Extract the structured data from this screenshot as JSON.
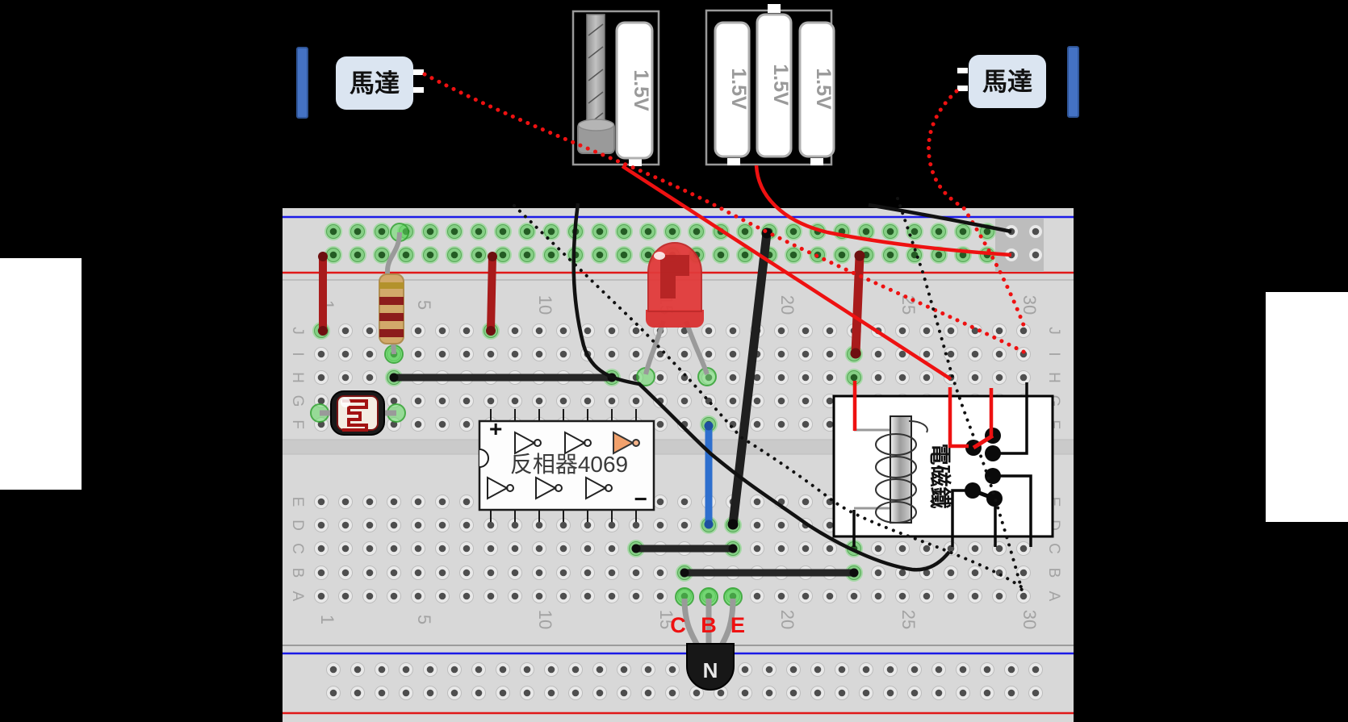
{
  "title": "breadboard-circuit-diagram",
  "motor_left": {
    "label": "馬達"
  },
  "motor_right": {
    "label": "馬達"
  },
  "battery_single": {
    "cell": "1.5V"
  },
  "battery_triple": {
    "cells": [
      "1.5V",
      "1.5V",
      "1.5V"
    ]
  },
  "inverter_ic": {
    "label": "反相器4069",
    "plus": "+",
    "minus": "−"
  },
  "relay": {
    "label": "電磁鐵"
  },
  "transistor": {
    "label": "N",
    "pins": [
      "C",
      "B",
      "E"
    ]
  },
  "breadboard": {
    "row_labels_top": [
      "J",
      "I",
      "H",
      "G",
      "F"
    ],
    "row_labels_bottom": [
      "E",
      "D",
      "C",
      "B",
      "A"
    ],
    "column_labels": [
      "1",
      "5",
      "10",
      "15",
      "20",
      "25",
      "30"
    ],
    "active_holes": [
      "J1",
      "J8",
      "I4",
      "I23",
      "H4",
      "H13",
      "H23",
      "F17",
      "D17",
      "D18",
      "C14",
      "C18",
      "C23",
      "B16",
      "B23",
      "A16",
      "A17",
      "A18"
    ]
  },
  "colors": {
    "background": "#000000",
    "board": "#d8d8d8",
    "rail_blue": "#1a1ae6",
    "rail_red": "#e01818",
    "wire_red": "#ee1111",
    "wire_black": "#111111",
    "jumper_red": "#a81b1b",
    "jumper_black": "#262626",
    "jumper_blue": "#2e6fce",
    "highlight_green": "#4ade4a",
    "motor_fill": "#dbe5f1",
    "bar_blue": "#4472c4",
    "led_red": "#e23a3a",
    "resistor_body": "#d2a96a"
  }
}
